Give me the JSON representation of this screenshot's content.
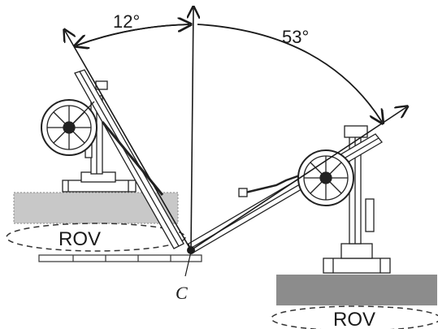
{
  "diagram": {
    "angle_left": "12°",
    "angle_right": "53°",
    "pivot_label": "C",
    "rov_left_label": "ROV",
    "rov_right_label": "ROV"
  },
  "colors": {
    "ink": "#1a1a1a",
    "platform_left": "#c8c8c8",
    "platform_right": "#8c8c8c",
    "background": "#ffffff"
  }
}
